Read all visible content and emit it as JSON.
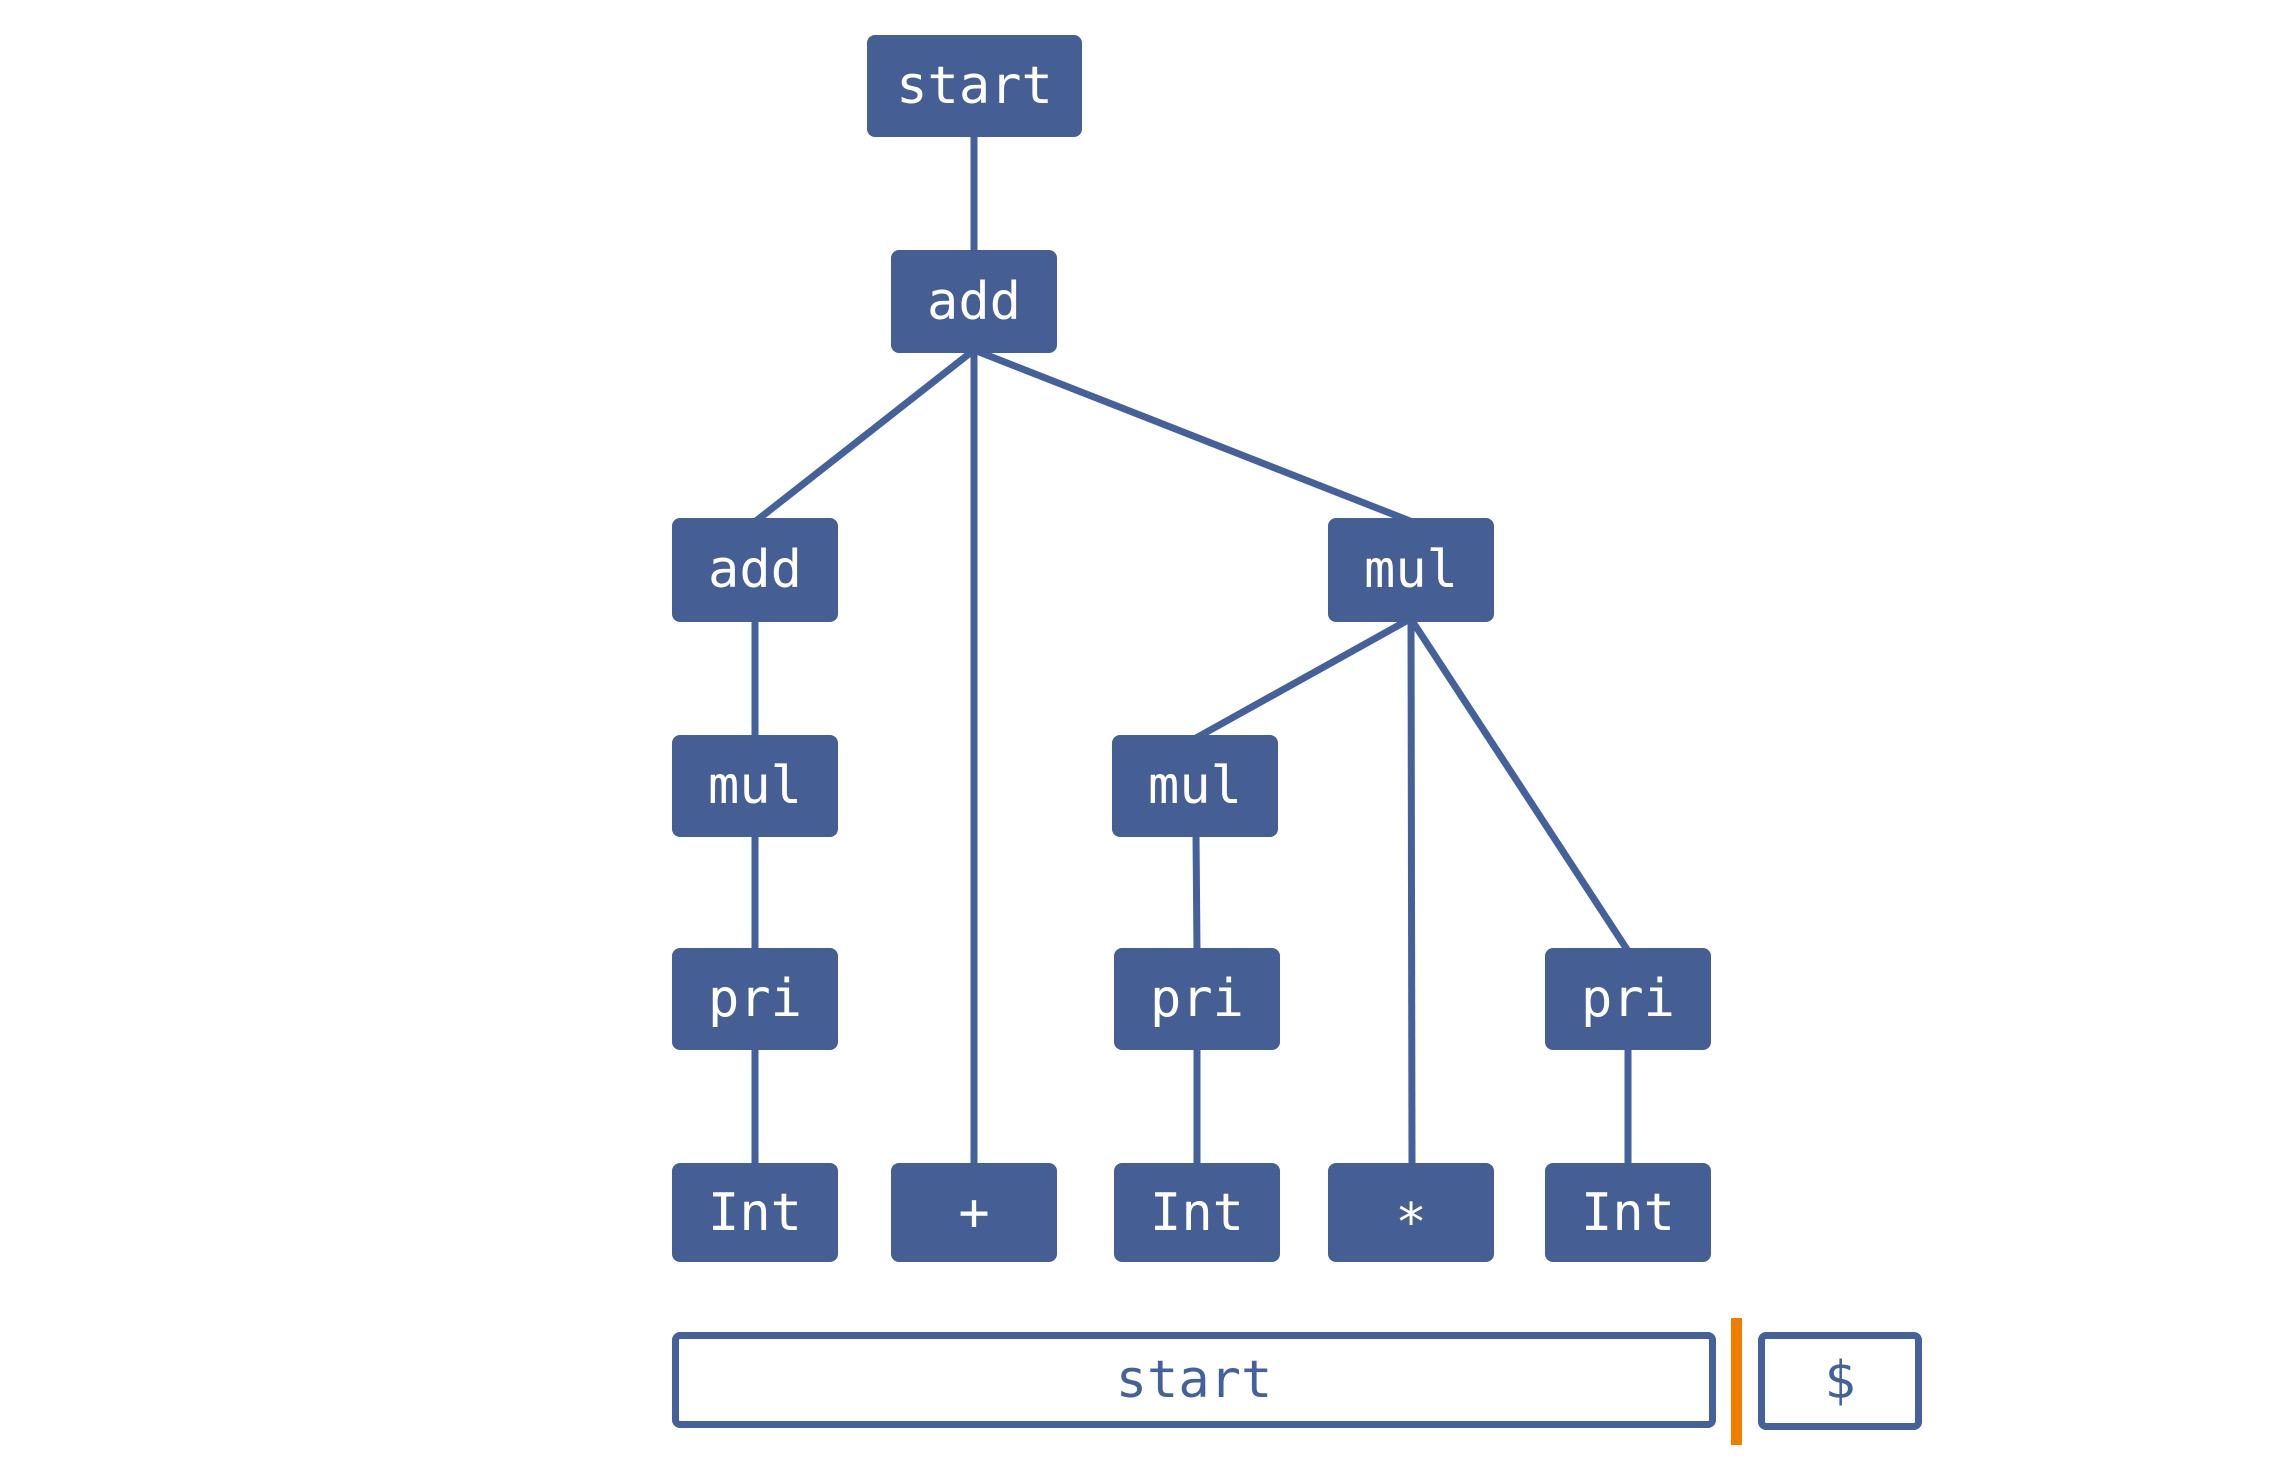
{
  "diagram": {
    "kind": "parse-tree",
    "nodes": {
      "root_start": {
        "label": "start"
      },
      "add1": {
        "label": "add"
      },
      "add2": {
        "label": "add"
      },
      "mul1": {
        "label": "mul"
      },
      "mul2": {
        "label": "mul"
      },
      "mul3": {
        "label": "mul"
      },
      "pri1": {
        "label": "pri"
      },
      "pri2": {
        "label": "pri"
      },
      "pri3": {
        "label": "pri"
      },
      "int1": {
        "label": "Int"
      },
      "plus": {
        "label": "+"
      },
      "int2": {
        "label": "Int"
      },
      "star": {
        "label": "*"
      },
      "int3": {
        "label": "Int"
      }
    },
    "edges": [
      [
        "root_start",
        "add1"
      ],
      [
        "add1",
        "add2"
      ],
      [
        "add1",
        "plus"
      ],
      [
        "add1",
        "mul1"
      ],
      [
        "add2",
        "mul2"
      ],
      [
        "mul2",
        "pri1"
      ],
      [
        "pri1",
        "int1"
      ],
      [
        "mul1",
        "mul3"
      ],
      [
        "mul1",
        "star"
      ],
      [
        "mul1",
        "pri3"
      ],
      [
        "mul3",
        "pri2"
      ],
      [
        "pri2",
        "int2"
      ],
      [
        "pri3",
        "int3"
      ]
    ]
  },
  "input_strip": {
    "symbol": "start",
    "end_marker": "$"
  },
  "colors": {
    "node_fill": "#455f94",
    "edge_stroke": "#44619b",
    "strip_border": "#44619b",
    "strip_text": "#44619b",
    "cursor_orange": "#f07c00",
    "node_text": "#ffffff",
    "background": "#ffffff"
  }
}
